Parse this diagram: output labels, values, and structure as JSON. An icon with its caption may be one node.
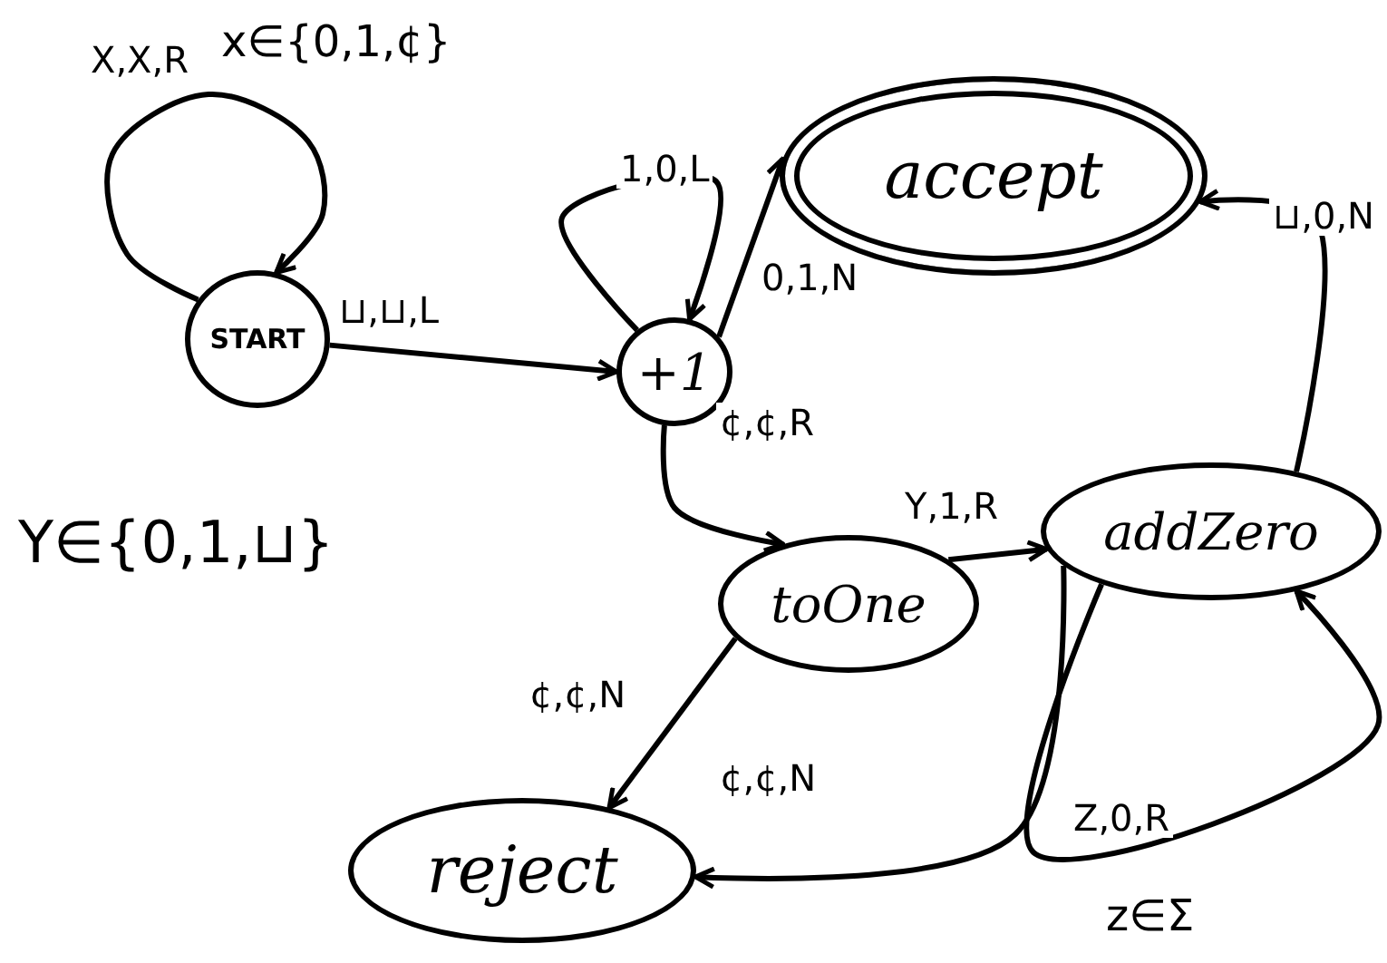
{
  "diagram": {
    "nodes": [
      {
        "text": [
          "START"
        ]
      },
      {
        "text": [
          "+1"
        ]
      },
      {
        "text": [
          "accept"
        ]
      },
      {
        "text": [
          "toOne"
        ]
      },
      {
        "text": [
          "addZero"
        ]
      },
      {
        "text": [
          "reject"
        ]
      }
    ],
    "edges": [
      {
        "from": 0,
        "to": 0,
        "arrow": "to",
        "label": "X,X,R"
      },
      {
        "from": 0,
        "to": 1,
        "arrow": "to",
        "label": "⊔,⊔,L"
      },
      {
        "from": 1,
        "to": 1,
        "arrow": "to",
        "label": "1,0,L"
      },
      {
        "from": 1,
        "to": 2,
        "arrow": "to",
        "label": "0,1,N"
      },
      {
        "from": 1,
        "to": 3,
        "arrow": "to",
        "label": "¢,¢,R"
      },
      {
        "from": 3,
        "to": 4,
        "arrow": "to",
        "label": "Y,1,R"
      },
      {
        "from": 4,
        "to": 2,
        "arrow": "to",
        "label": "⊔,0,N"
      },
      {
        "from": 4,
        "to": 4,
        "arrow": "to",
        "label": "Z,0,R"
      },
      {
        "from": 3,
        "to": 5,
        "arrow": "to",
        "label": "¢,¢,N"
      },
      {
        "from": 4,
        "to": 5,
        "arrow": "to",
        "label": "¢,¢,N"
      }
    ],
    "labels": [
      "x∈{0,1,¢}",
      "Y∈{0,1,⊔}",
      "z∈Σ"
    ]
  }
}
